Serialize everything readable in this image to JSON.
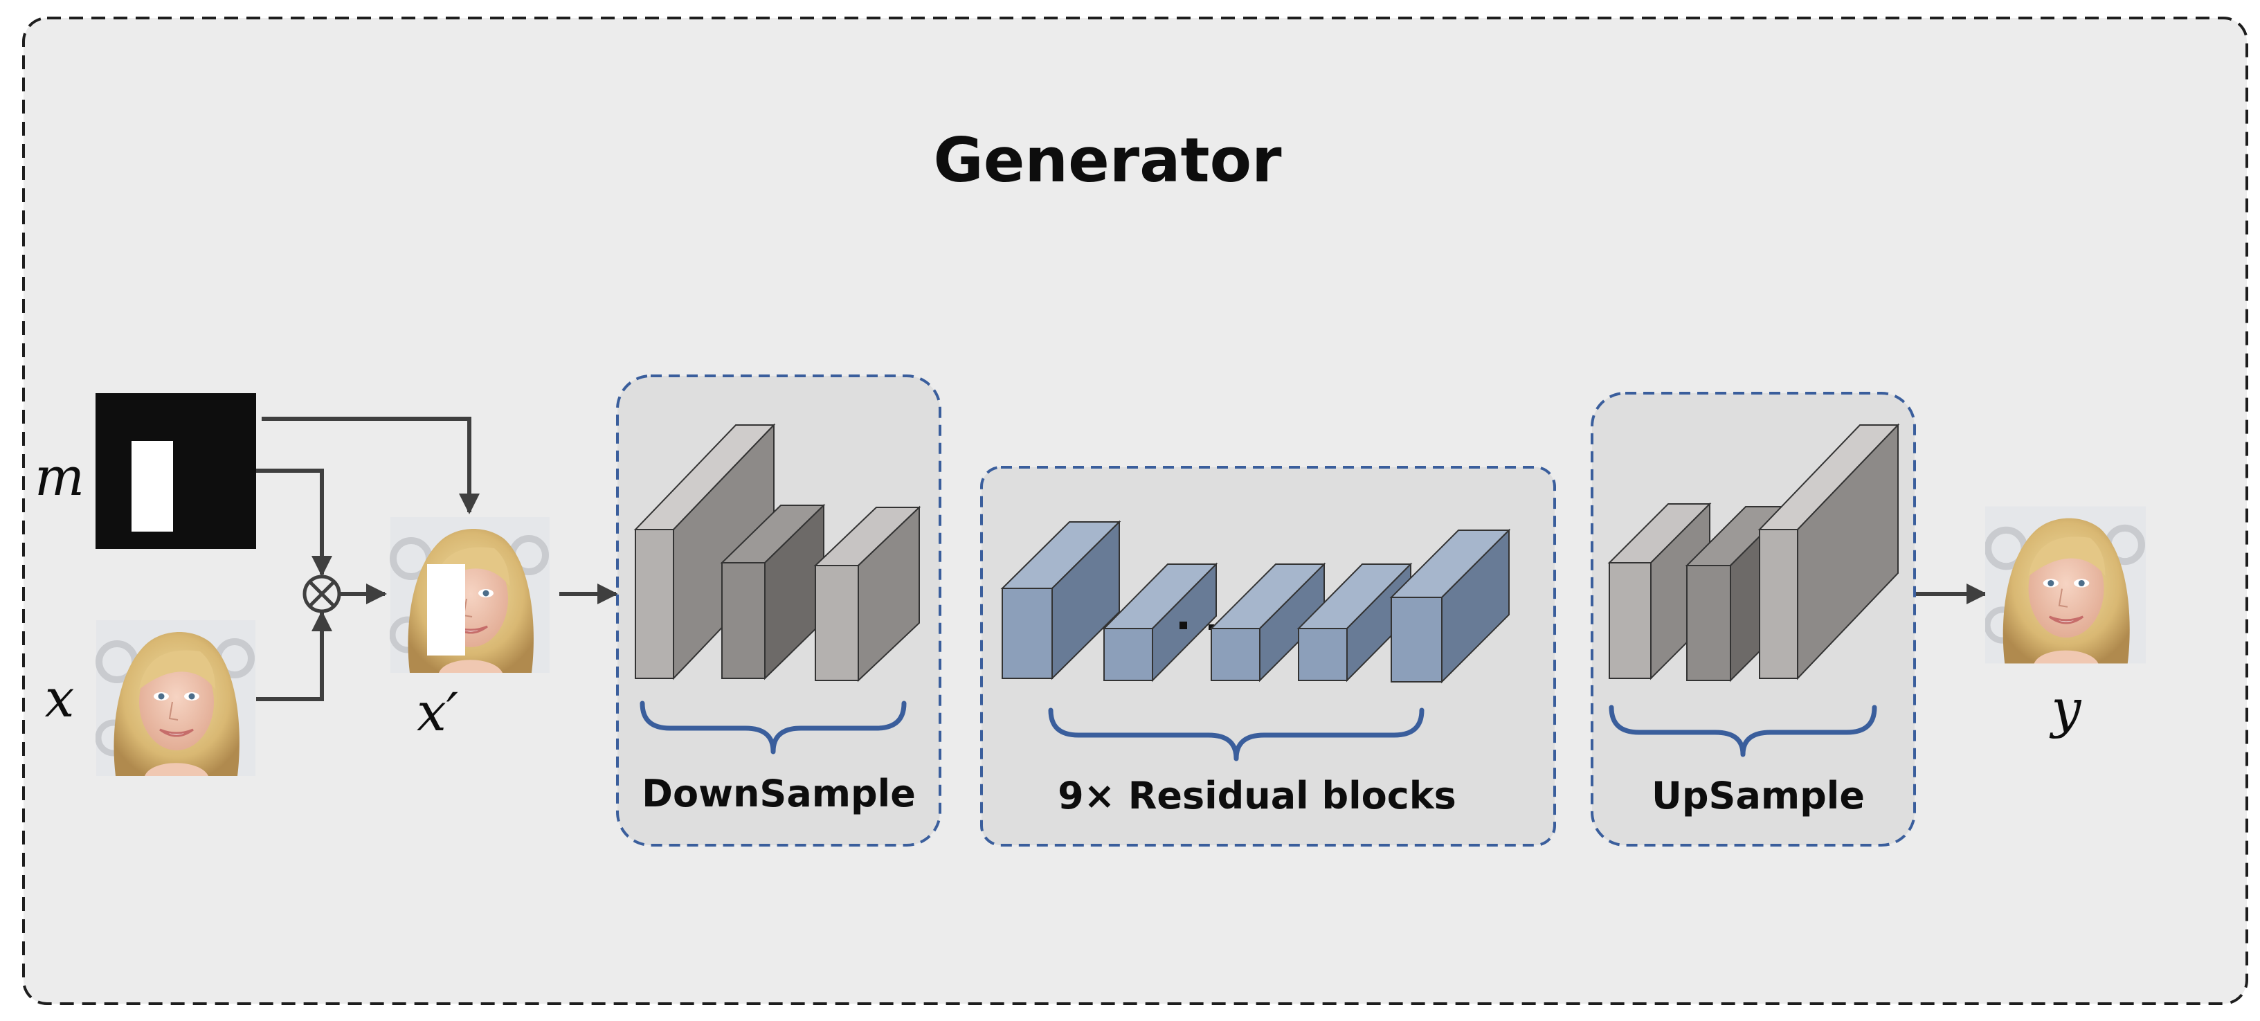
{
  "title": "Generator",
  "inputs": {
    "mask_symbol": "m",
    "image_symbol": "x",
    "masked_symbol": "x′",
    "output_symbol": "y",
    "multiply_operator": "⊗"
  },
  "modules": {
    "downsample": "DownSample",
    "residual": "9× Residual blocks",
    "upsample": "UpSample"
  },
  "colors": {
    "panel_bg": "#ececec",
    "module_bg": "#dedede",
    "module_border": "#3a5e9c",
    "brace": "#3a5e9c",
    "gray_front": "#b4b1af",
    "gray_side": "#8d8a88",
    "blue_front": "#8c9fba",
    "blue_side": "#687b96",
    "arrow": "#3f3f3f"
  },
  "icons": [
    "face-photo-icon",
    "binary-mask-icon",
    "multiply-operator-icon"
  ]
}
